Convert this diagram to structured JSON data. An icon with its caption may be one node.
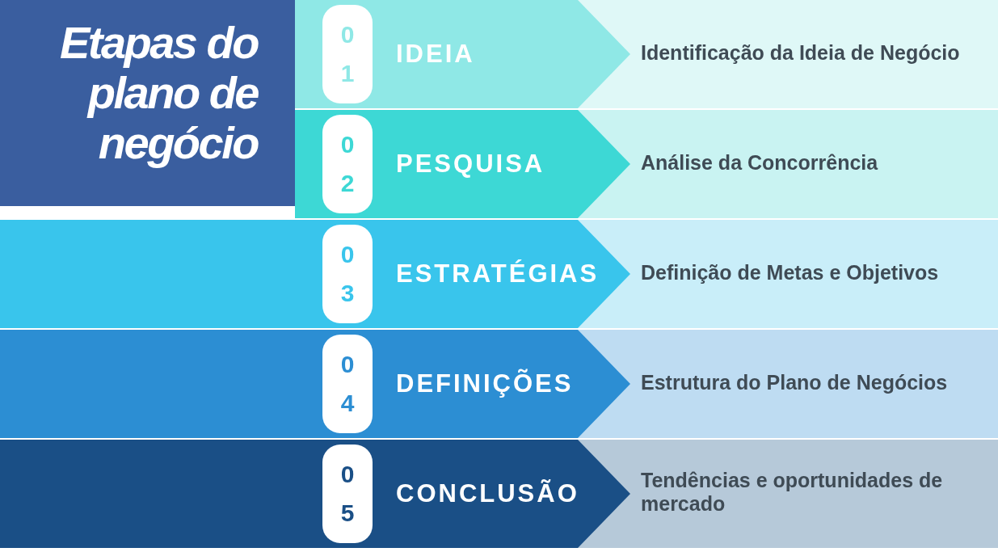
{
  "diagram": {
    "title": "Etapas do plano de negócio",
    "nodes": [
      {
        "text": [
          "IDEIA"
        ]
      },
      {
        "text": [
          "01"
        ],
        "in": 0
      },
      {
        "text": [
          "Identificação da Ideia de Negócio"
        ]
      },
      {
        "text": [
          "PESQUISA"
        ]
      },
      {
        "text": [
          "02"
        ],
        "in": 3
      },
      {
        "text": [
          "Análise da Concorrência"
        ]
      },
      {
        "text": [
          "ESTRATÉGIAS"
        ]
      },
      {
        "text": [
          "03"
        ],
        "in": 6
      },
      {
        "text": [
          "Definição de Metas e Objetivos"
        ]
      },
      {
        "text": [
          "DEFINIÇÕES"
        ]
      },
      {
        "text": [
          "04"
        ],
        "in": 9
      },
      {
        "text": [
          "Estrutura do Plano de Negócios"
        ]
      },
      {
        "text": [
          "CONCLUSÃO"
        ]
      },
      {
        "text": [
          "05"
        ],
        "in": 12
      },
      {
        "text": [
          "Tendências e oportunidades de mercado"
        ]
      }
    ]
  }
}
